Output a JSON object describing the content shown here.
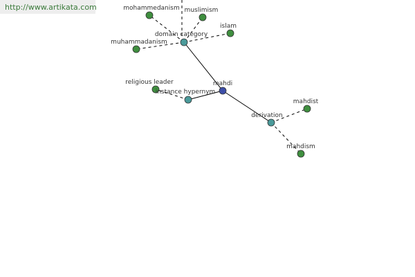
{
  "watermark": {
    "url": "http://www.artikata.com"
  },
  "colors": {
    "center": "#3d4ea8",
    "relation": "#4a9a9a",
    "leaf": "#3f8f3f",
    "edge": "#000000"
  },
  "graph": {
    "center": {
      "id": "mahdi",
      "label": "mahdi"
    },
    "relations": [
      {
        "id": "domain-category",
        "label": "domain category",
        "link_style": "solid"
      },
      {
        "id": "instance-hypernym",
        "label": "instance hypernym",
        "link_style": "solid"
      },
      {
        "id": "derivation",
        "label": "derivation",
        "link_style": "solid"
      }
    ],
    "leaves": [
      {
        "id": "mohammedanism",
        "label": "mohammedanism",
        "relation": "domain-category"
      },
      {
        "id": "muslimism",
        "label": "muslimism",
        "relation": "domain-category"
      },
      {
        "id": "islam",
        "label": "islam",
        "relation": "domain-category"
      },
      {
        "id": "muhammadanism",
        "label": "muhammadanism",
        "relation": "domain-category"
      },
      {
        "id": "religious-leader",
        "label": "religious leader",
        "relation": "instance-hypernym"
      },
      {
        "id": "mahdist",
        "label": "mahdist",
        "relation": "derivation"
      },
      {
        "id": "mahdism",
        "label": "mahdism",
        "relation": "derivation"
      }
    ]
  }
}
